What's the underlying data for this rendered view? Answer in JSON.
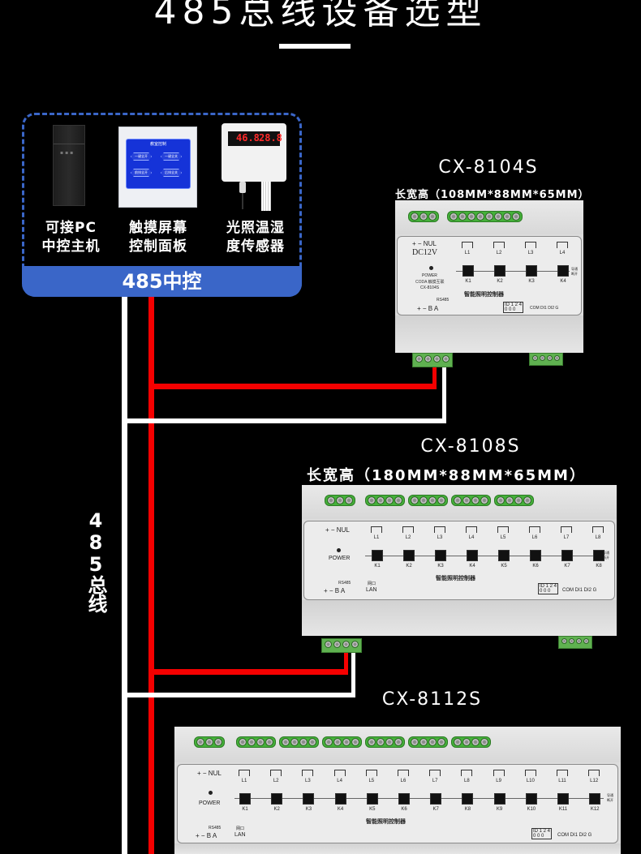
{
  "header": {
    "title": "485总线设备选型"
  },
  "controller": {
    "footer_label": "485中控",
    "devices": [
      {
        "name": "pc-host",
        "line1": "可接PC",
        "line2": "中控主机"
      },
      {
        "name": "touch-panel",
        "line1": "触摸屏幕",
        "line2": "控制面板",
        "screen_title": "教室控制",
        "buttons": [
          "一键全开",
          "一键全关",
          "前排全开",
          "后排全关"
        ]
      },
      {
        "name": "sensor",
        "line1": "光照温湿",
        "line2": "度传感器",
        "humidity": "46.8",
        "temperature": "28.8"
      }
    ]
  },
  "bus": {
    "label": "485总线",
    "wire_colors": {
      "a": "#ffffff",
      "b": "#f50000"
    }
  },
  "modules": [
    {
      "model": "CX-8104S",
      "dimensions": "长宽高（108MM*88MM*65MM）",
      "channels": 4,
      "face": {
        "power_terms": "+  −  NUL",
        "voltage": "DC12V",
        "power_label": "POWER",
        "brand": "CODA 触摸互联",
        "model_small": "CX-8104S",
        "product_name": "智能照明控制器",
        "rs485_label": "RS485",
        "rs485_terms": "+  −  B  A",
        "id_label": "ID",
        "id_top": "1 2 4",
        "id_bottom": "0 0 0",
        "io_terms": "COM DI1 DI2 G",
        "state_label": "导通 断开"
      }
    },
    {
      "model": "CX-8108S",
      "dimensions": "长宽高（180MM*88MM*65MM）",
      "channels": 8,
      "face": {
        "power_terms": "+  −  NUL",
        "power_label": "POWER",
        "product_name": "智能照明控制器",
        "rs485_label": "RS485",
        "rs485_terms": "+  −  B  A",
        "lan_label_cn": "网口",
        "lan_label": "LAN",
        "id_label": "ID",
        "id_top": "1 2 4",
        "id_bottom": "0 0 0",
        "io_terms": "COM  DI1  DI2  G",
        "state_label": "导通 断开"
      }
    },
    {
      "model": "CX-8112S",
      "dimensions": "",
      "channels": 12,
      "face": {
        "power_terms": "+  −  NUL",
        "power_label": "POWER",
        "product_name": "智能照明控制器",
        "rs485_label": "RS485",
        "rs485_terms": "+  −  B  A",
        "lan_label_cn": "网口",
        "lan_label": "LAN",
        "id_label": "ID",
        "id_top": "1 2 4",
        "id_bottom": "0 0 0",
        "io_terms": "COM  DI1  DI2  G",
        "state_label": "导通 断开"
      }
    }
  ]
}
